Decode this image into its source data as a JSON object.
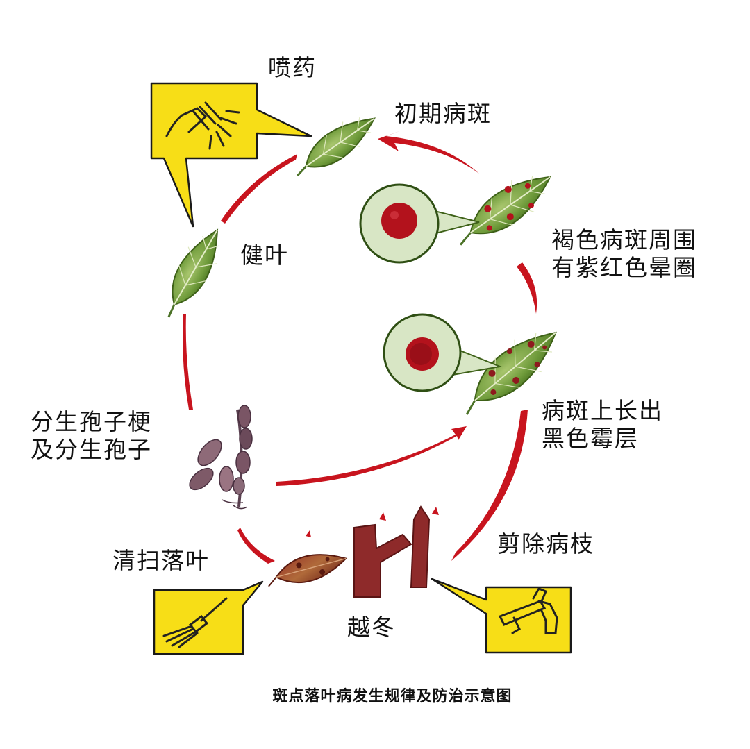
{
  "labels": {
    "spray": "喷药",
    "initial_spot": "初期病斑",
    "brown_spot": [
      "褐色病斑周围",
      "有紫红色晕圈"
    ],
    "healthy_leaf": "健叶",
    "black_mold": [
      "病斑上长出",
      "黑色霉层"
    ],
    "conidia": [
      "分生孢子梗",
      "及分生孢子"
    ],
    "sweep_leaves": "清扫落叶",
    "prune": "剪除病枝",
    "overwinter": "越冬"
  },
  "caption": "斑点落叶病发生规律及防治示意图",
  "colors": {
    "callout_yellow": "#F7DE17",
    "arrow_red": "#C8141E",
    "leaf_green": "#6E9A3A",
    "leaf_dark": "#4B7227",
    "spot_red": "#B3121C",
    "lesion_bg": "#D8E6C5",
    "branch": "#8E2A2A",
    "spore": "#7A5565"
  },
  "icons": [
    "spray-nozzle-icon",
    "broom-icon",
    "pruning-saw-icon"
  ]
}
